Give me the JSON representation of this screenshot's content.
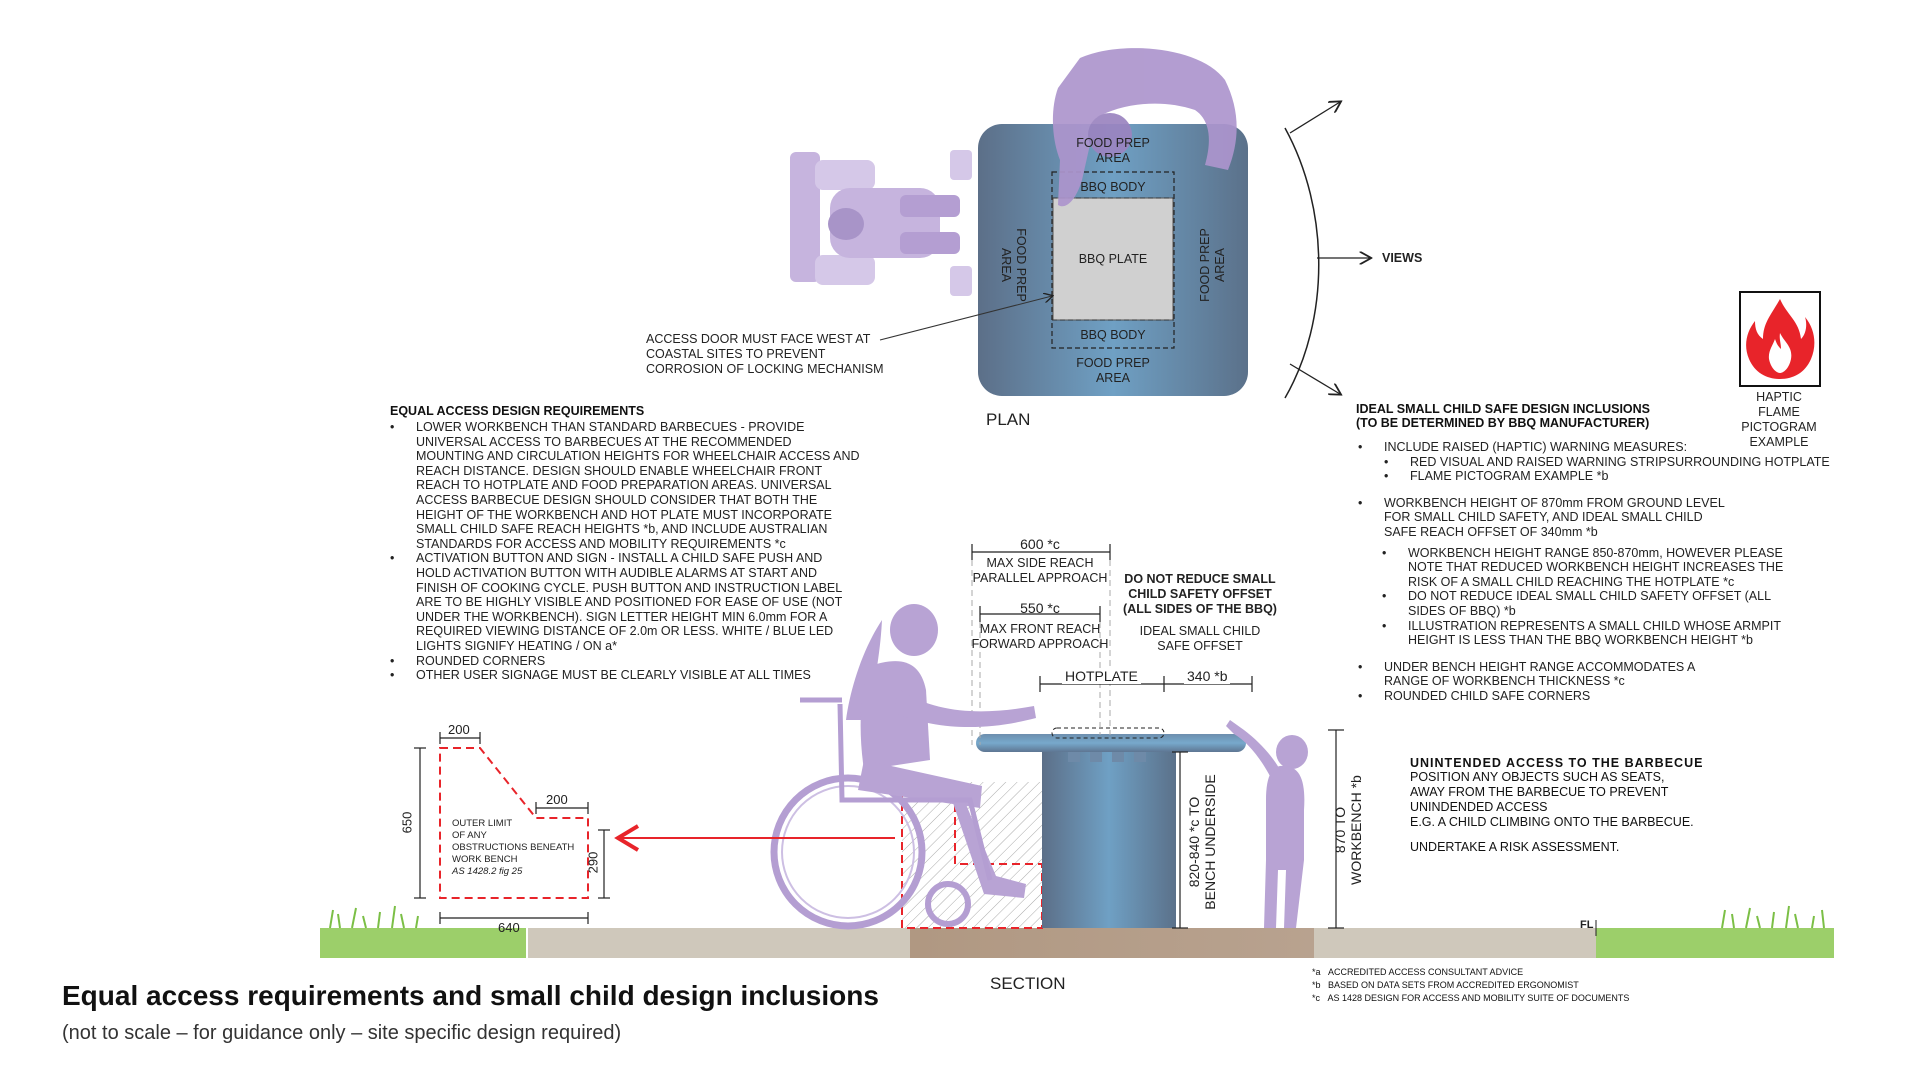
{
  "plan": {
    "label": "PLAN",
    "food_prep_top": "FOOD PREP\nAREA",
    "food_prep_bottom": "FOOD PREP\nAREA",
    "food_prep_left": "FOOD PREP\nAREA",
    "food_prep_right": "FOOD PREP\nAREA",
    "bbq_body_top": "BBQ BODY",
    "bbq_body_bottom": "BBQ BODY",
    "bbq_plate": "BBQ PLATE",
    "access_door_note": [
      "ACCESS DOOR MUST FACE WEST AT",
      "COASTAL SITES TO PREVENT",
      "CORROSION OF LOCKING MECHANISM"
    ],
    "views_label": "VIEWS"
  },
  "flame": {
    "caption": [
      "HAPTIC",
      "FLAME",
      "PICTOGRAM",
      "EXAMPLE"
    ]
  },
  "equal_access": {
    "heading": "EQUAL ACCESS DESIGN REQUIREMENTS",
    "items": [
      [
        "LOWER WORKBENCH THAN STANDARD BARBECUES - PROVIDE",
        "UNIVERSAL ACCESS TO BARBECUES AT THE RECOMMENDED",
        "MOUNTING AND CIRCULATION HEIGHTS FOR WHEELCHAIR ACCESS AND",
        "REACH DISTANCE. DESIGN SHOULD ENABLE WHEELCHAIR FRONT",
        "REACH TO HOTPLATE AND FOOD PREPARATION AREAS. UNIVERSAL",
        "ACCESS BARBECUE DESIGN SHOULD CONSIDER THAT BOTH THE",
        "HEIGHT OF THE WORKBENCH AND HOT PLATE MUST INCORPORATE",
        "SMALL CHILD SAFE REACH HEIGHTS *b, AND INCLUDE AUSTRALIAN",
        "STANDARDS FOR ACCESS AND MOBILITY REQUIREMENTS *c"
      ],
      [
        "ACTIVATION BUTTON AND SIGN - INSTALL A CHILD SAFE PUSH AND",
        "HOLD ACTIVATION BUTTON WITH AUDIBLE ALARMS AT START AND",
        "FINISH OF COOKING CYCLE. PUSH BUTTON AND INSTRUCTION LABEL",
        "ARE TO BE HIGHLY VISIBLE AND POSITIONED FOR EASE OF USE (NOT",
        "UNDER THE WORKBENCH). SIGN LETTER HEIGHT MIN 6.0mm FOR A",
        "REQUIRED VIEWING DISTANCE OF 2.0m OR LESS. WHITE / BLUE LED",
        "LIGHTS SIGNIFY HEATING / ON a*"
      ],
      [
        "ROUNDED CORNERS"
      ],
      [
        "OTHER USER SIGNAGE MUST BE CLEARLY VISIBLE AT ALL TIMES"
      ]
    ]
  },
  "child_safe": {
    "heading_1": "IDEAL SMALL CHILD SAFE DESIGN INCLUSIONS",
    "heading_2": "(TO BE DETERMINED BY BBQ MANUFACTURER)",
    "item_1": "INCLUDE RAISED (HAPTIC) WARNING MEASURES:",
    "sub_1": [
      "RED VISUAL AND RAISED WARNING STRIPSURROUNDING HOTPLATE",
      "FLAME PICTOGRAM EXAMPLE *b"
    ],
    "item_2": [
      "WORKBENCH HEIGHT OF 870mm FROM GROUND LEVEL",
      "FOR SMALL CHILD SAFETY, AND IDEAL SMALL CHILD",
      "SAFE REACH OFFSET OF 340mm *b"
    ],
    "sub_2": [
      [
        "WORKBENCH HEIGHT RANGE 850-870mm, HOWEVER PLEASE",
        "NOTE THAT REDUCED WORKBENCH HEIGHT INCREASES THE",
        "RISK OF A SMALL CHILD REACHING THE HOTPLATE *c"
      ],
      [
        "DO NOT REDUCE IDEAL SMALL CHILD SAFETY OFFSET (ALL",
        "SIDES OF BBQ) *b"
      ],
      [
        "ILLUSTRATION REPRESENTS A SMALL CHILD WHOSE ARMPIT",
        "HEIGHT IS LESS THAN THE BBQ WORKBENCH HEIGHT *b"
      ]
    ],
    "item_3": [
      "UNDER BENCH HEIGHT RANGE ACCOMMODATES A",
      "RANGE OF WORKBENCH THICKNESS *c"
    ],
    "item_4": "ROUNDED CHILD SAFE CORNERS"
  },
  "unintended": {
    "heading": "UNINTENDED ACCESS TO THE BARBECUE",
    "lines": [
      "POSITION ANY OBJECTS SUCH AS SEATS,",
      "AWAY FROM THE BARBECUE TO PREVENT",
      "UNINDENDED ACCESS",
      "E.G. A CHILD CLIMBING ONTO THE BARBECUE."
    ],
    "risk": "UNDERTAKE A RISK ASSESSMENT."
  },
  "section": {
    "label": "SECTION",
    "fl": "FL",
    "side_reach_value": "600  *c",
    "side_reach_label": [
      "MAX SIDE REACH",
      "PARALLEL APPROACH"
    ],
    "front_reach_value": "550  *c",
    "front_reach_label": [
      "MAX FRONT REACH",
      "FORWARD APPROACH"
    ],
    "offset_warning": [
      "DO NOT REDUCE SMALL",
      "CHILD SAFETY OFFSET",
      "(ALL SIDES OF THE BBQ)"
    ],
    "offset_label": [
      "IDEAL SMALL CHILD",
      "SAFE OFFSET"
    ],
    "hotplate": "HOTPLATE",
    "offset_value": "340 *b",
    "underside": [
      "820-840 *c TO",
      "BENCH UNDERSIDE"
    ],
    "workbench": [
      "870 TO",
      "WORKBENCH *b"
    ],
    "dim_200_top": "200",
    "dim_200_mid": "200",
    "dim_650": "650",
    "dim_290": "290",
    "dim_640": "640",
    "obstruction_note": [
      "OUTER LIMIT",
      "OF ANY",
      "OBSTRUCTIONS BENEATH",
      "WORK BENCH"
    ],
    "obstruction_ref": "AS 1428.2  fig 25"
  },
  "footnotes": [
    {
      "mark": "*a",
      "text": "ACCREDITED ACCESS CONSULTANT ADVICE"
    },
    {
      "mark": "*b",
      "text": "BASED ON DATA SETS FROM ACCREDITED ERGONOMIST"
    },
    {
      "mark": "*c",
      "text": "AS 1428 DESIGN FOR ACCESS AND MOBILITY SUITE OF DOCUMENTS"
    }
  ],
  "caption": {
    "title": "Equal access requirements and small child design inclusions",
    "subtitle": "(not to scale – for guidance only – site specific design required)"
  },
  "colors": {
    "figure_purple": "#b9a3d3",
    "bbq_blue": "#5f87a6",
    "warning_red": "#e8242a",
    "grass": "#9ccf6a",
    "paving": "#cfc8bb",
    "pad": "#b39c87"
  }
}
